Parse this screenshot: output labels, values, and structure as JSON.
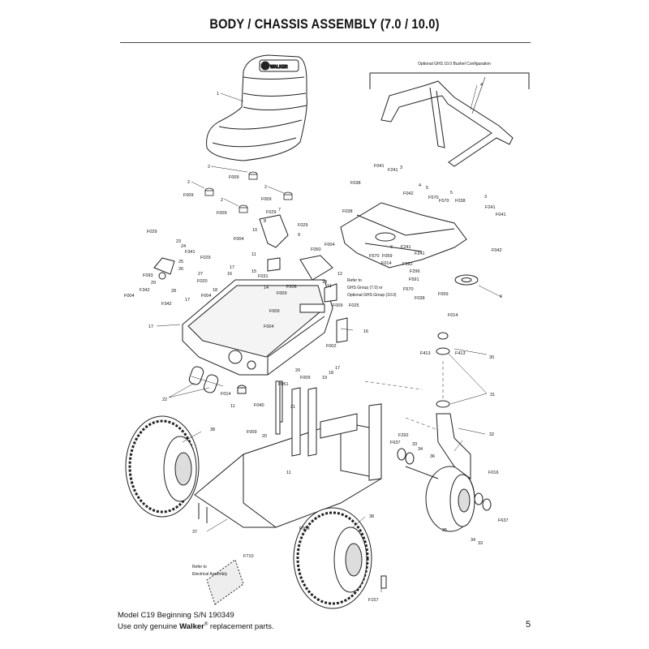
{
  "page": {
    "title": "BODY / CHASSIS ASSEMBLY (7.0 / 10.0)",
    "page_number": "5"
  },
  "footer": {
    "model_line": "Model C19 Beginning S/N 190349",
    "parts_prefix": "Use only genuine ",
    "brand": "Walker",
    "registered": "®",
    "parts_suffix": " replacement parts."
  },
  "diagram": {
    "seat_logo": "WALKER",
    "notes": {
      "bushel_config": "Optional GHS 10.0 Bushel Configuration",
      "ghs_ref_1": "Refer to",
      "ghs_ref_2": "GHS Group (7.0) or",
      "ghs_ref_3": "Optional GHS Group (10.0)",
      "elec_ref_1": "Refer to",
      "elec_ref_2": "Electrical Assembly"
    },
    "callouts": {
      "c1": "1",
      "c2a": "2",
      "c2b": "2",
      "c2c": "2",
      "c2d": "2",
      "c2e": "2",
      "c3a": "3",
      "c3b": "3",
      "c4a": "4",
      "c4b": "4",
      "c5a": "5",
      "c5b": "5",
      "c6a": "6",
      "c6b": "6",
      "c7": "7",
      "c8": "8",
      "c9": "9",
      "c10": "10",
      "c11a": "11",
      "c11b": "11",
      "c11c": "11",
      "c12": "12",
      "c13": "13",
      "c14": "14",
      "c15": "15",
      "c16": "16",
      "c17a": "17",
      "c17b": "17",
      "c17c": "17",
      "c17d": "17",
      "c18a": "18",
      "c18b": "18",
      "c19": "19",
      "c20a": "20",
      "c20b": "20",
      "c21": "21",
      "c22": "22",
      "c23": "23",
      "c24": "24",
      "c25": "25",
      "c26": "26",
      "c27": "27",
      "c28": "28",
      "c29": "29",
      "c30": "30",
      "c31": "31",
      "c32": "32",
      "c33a": "33",
      "c33b": "33",
      "c34a": "34",
      "c34b": "34",
      "c35": "35",
      "c36": "36",
      "c37": "37",
      "c38a": "38",
      "c38b": "38",
      "f009a": "F009",
      "f009b": "F009",
      "f009c": "F009",
      "f009d": "F009",
      "f009e": "F009",
      "f009f": "F009",
      "f009g": "F009",
      "f009h": "F009",
      "f009i": "F009",
      "f009j": "F009",
      "f029a": "F029",
      "f029b": "F029",
      "f029c": "F029",
      "f029d": "F029",
      "f004a": "F004",
      "f004b": "F004",
      "f004c": "F004",
      "f004d": "F004",
      "f038a": "F038",
      "f038b": "F038",
      "f038c": "F038",
      "f038d": "F038",
      "f041a": "F041",
      "f041b": "F041",
      "f241a": "F241",
      "f241b": "F241",
      "f241c": "F241",
      "f042a": "F042",
      "f042b": "F042",
      "f570a": "F570",
      "f570b": "F570",
      "f570c": "F570",
      "f570d": "F570",
      "f059a": "F059",
      "f059b": "F059",
      "f014a": "F014",
      "f014b": "F014",
      "f014c": "F014",
      "f592": "F592",
      "f296": "F296",
      "f591": "F591",
      "f050": "F050",
      "f031": "F031",
      "f206": "F206",
      "f025": "F025",
      "f002": "F002",
      "f093": "F093",
      "f342a": "F342",
      "f342b": "F342",
      "f341": "F341",
      "f020": "F020",
      "f413a": "F413",
      "f413b": "F413",
      "f051": "F051",
      "f040": "F040",
      "f292": "F292",
      "f637a": "F637",
      "f637b": "F637",
      "f016": "F016",
      "f710": "F710",
      "f157": "F157"
    }
  }
}
